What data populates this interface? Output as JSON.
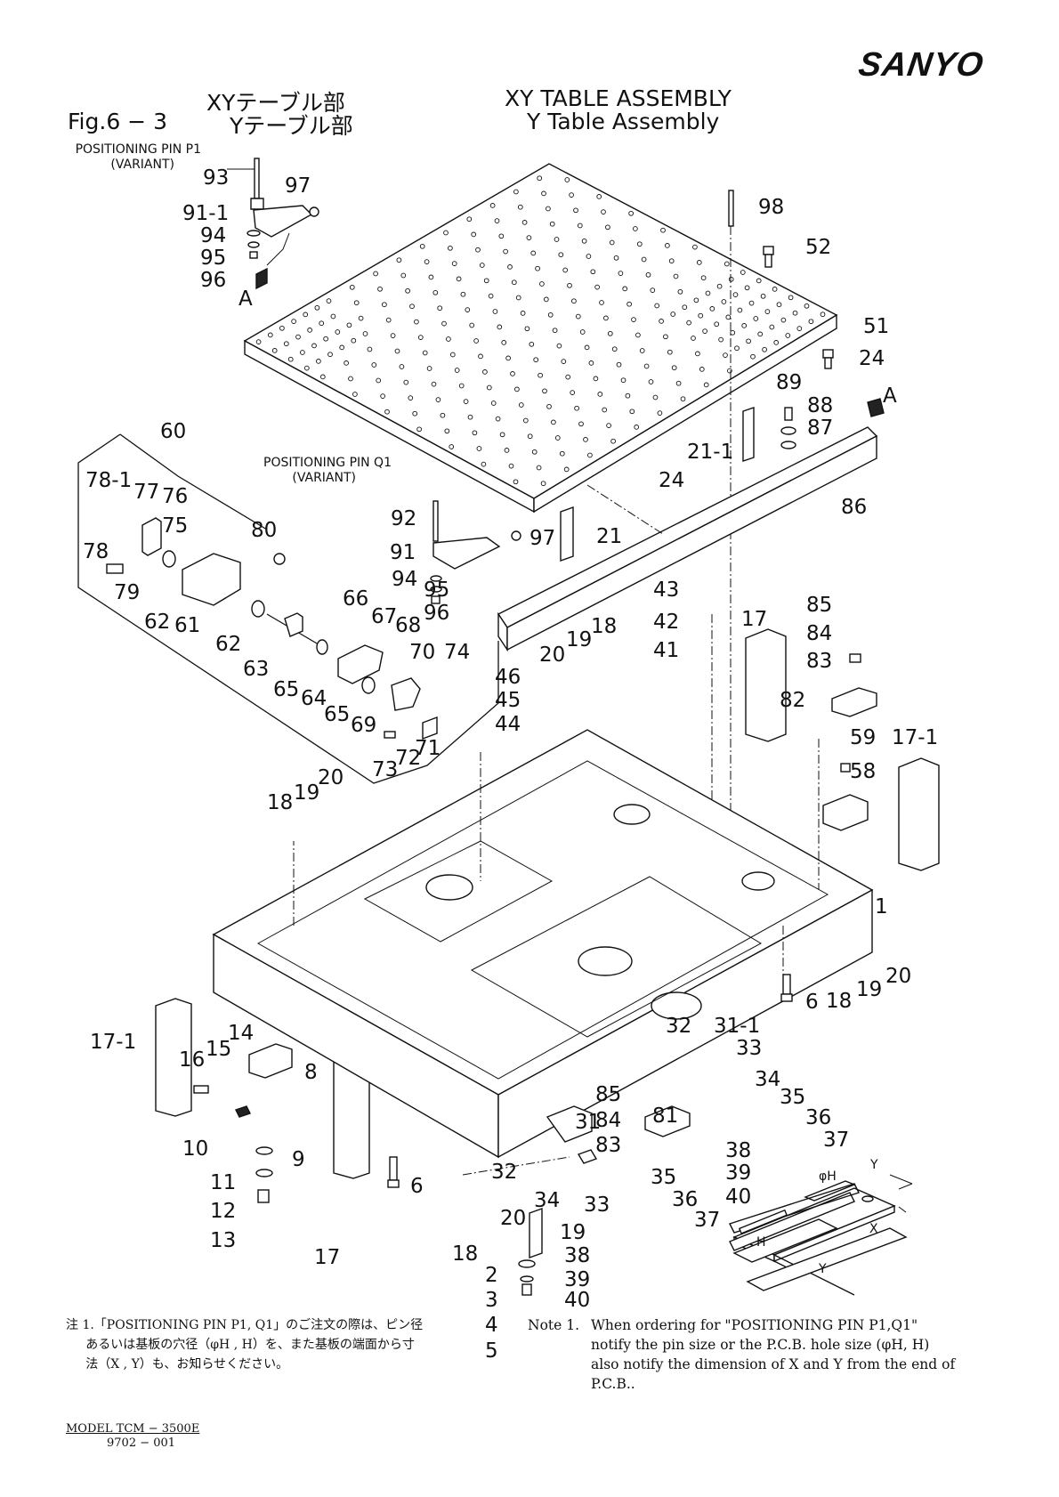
{
  "header": {
    "brand": "SANYO",
    "title_jp_line1": "XYテーブル部",
    "title_jp_line2": "Yテーブル部",
    "figure_number": "Fig.6 − 3",
    "title_en_line1": "XY TABLE ASSEMBLY",
    "title_en_line2": "Y Table Assembly"
  },
  "callouts": {
    "pin_p1_line1": "POSITIONING PIN P1",
    "pin_p1_line2": "(VARIANT)",
    "pin_q1_line1": "POSITIONING PIN Q1",
    "pin_q1_line2": "(VARIANT)"
  },
  "view_marker": "A",
  "inset_labels": {
    "hole_diameter": "φH",
    "hole": "H",
    "x": "X",
    "y": "Y"
  },
  "part_labels": [
    {
      "text": "93"
    },
    {
      "text": "97"
    },
    {
      "text": "91-1"
    },
    {
      "text": "94"
    },
    {
      "text": "95"
    },
    {
      "text": "96"
    },
    {
      "text": "98"
    },
    {
      "text": "52"
    },
    {
      "text": "51"
    },
    {
      "text": "24"
    },
    {
      "text": "89"
    },
    {
      "text": "88"
    },
    {
      "text": "87"
    },
    {
      "text": "21-1"
    },
    {
      "text": "24"
    },
    {
      "text": "86"
    },
    {
      "text": "60"
    },
    {
      "text": "78-1"
    },
    {
      "text": "77"
    },
    {
      "text": "76"
    },
    {
      "text": "75"
    },
    {
      "text": "78"
    },
    {
      "text": "79"
    },
    {
      "text": "62"
    },
    {
      "text": "61"
    },
    {
      "text": "80"
    },
    {
      "text": "92"
    },
    {
      "text": "97"
    },
    {
      "text": "21"
    },
    {
      "text": "91"
    },
    {
      "text": "94"
    },
    {
      "text": "95"
    },
    {
      "text": "96"
    },
    {
      "text": "66"
    },
    {
      "text": "67"
    },
    {
      "text": "68"
    },
    {
      "text": "62"
    },
    {
      "text": "63"
    },
    {
      "text": "70"
    },
    {
      "text": "74"
    },
    {
      "text": "65"
    },
    {
      "text": "64"
    },
    {
      "text": "65"
    },
    {
      "text": "69"
    },
    {
      "text": "71"
    },
    {
      "text": "72"
    },
    {
      "text": "73"
    },
    {
      "text": "43"
    },
    {
      "text": "42"
    },
    {
      "text": "41"
    },
    {
      "text": "17"
    },
    {
      "text": "85"
    },
    {
      "text": "84"
    },
    {
      "text": "83"
    },
    {
      "text": "82"
    },
    {
      "text": "20"
    },
    {
      "text": "19"
    },
    {
      "text": "18"
    },
    {
      "text": "46"
    },
    {
      "text": "45"
    },
    {
      "text": "44"
    },
    {
      "text": "59"
    },
    {
      "text": "17-1"
    },
    {
      "text": "58"
    },
    {
      "text": "18"
    },
    {
      "text": "19"
    },
    {
      "text": "20"
    },
    {
      "text": "1"
    },
    {
      "text": "18"
    },
    {
      "text": "19"
    },
    {
      "text": "20"
    },
    {
      "text": "6"
    },
    {
      "text": "17-1"
    },
    {
      "text": "16"
    },
    {
      "text": "15"
    },
    {
      "text": "14"
    },
    {
      "text": "8"
    },
    {
      "text": "32"
    },
    {
      "text": "31-1"
    },
    {
      "text": "33"
    },
    {
      "text": "34"
    },
    {
      "text": "35"
    },
    {
      "text": "36"
    },
    {
      "text": "37"
    },
    {
      "text": "85"
    },
    {
      "text": "84"
    },
    {
      "text": "81"
    },
    {
      "text": "83"
    },
    {
      "text": "38"
    },
    {
      "text": "39"
    },
    {
      "text": "40"
    },
    {
      "text": "31"
    },
    {
      "text": "10"
    },
    {
      "text": "9"
    },
    {
      "text": "32"
    },
    {
      "text": "35"
    },
    {
      "text": "36"
    },
    {
      "text": "37"
    },
    {
      "text": "11"
    },
    {
      "text": "6"
    },
    {
      "text": "34"
    },
    {
      "text": "33"
    },
    {
      "text": "12"
    },
    {
      "text": "20"
    },
    {
      "text": "19"
    },
    {
      "text": "38"
    },
    {
      "text": "13"
    },
    {
      "text": "17"
    },
    {
      "text": "18"
    },
    {
      "text": "39"
    },
    {
      "text": "2"
    },
    {
      "text": "40"
    },
    {
      "text": "3"
    },
    {
      "text": "4"
    },
    {
      "text": "5"
    }
  ],
  "notes": {
    "jp": "注 1.「POSITIONING PIN P1, Q1」のご注文の際は、ピン径\n     あるいは基板の穴径（φH , H）を、また基板の端面から寸\n     法（X , Y）も、お知らせください。",
    "en_prefix": "Note 1.",
    "en_body": "When ordering for \"POSITIONING PIN P1,Q1\" notify the pin size or the P.C.B. hole size (φH, H) also notify the dimension of X and Y from the end of P.C.B.."
  },
  "footer": {
    "model": "MODEL  TCM − 3500E",
    "code": "9702 − 001"
  }
}
